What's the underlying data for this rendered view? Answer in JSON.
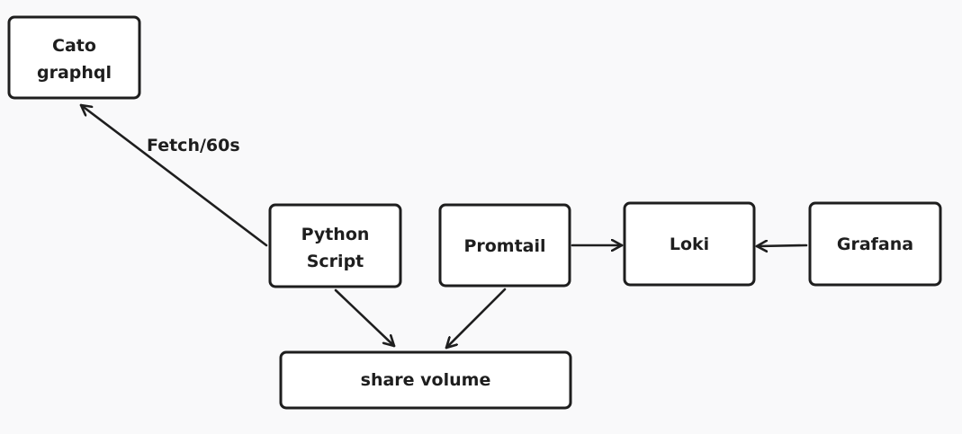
{
  "diagram": {
    "nodes": [
      {
        "id": "cato-graphql",
        "lines": [
          "Cato",
          "graphql"
        ]
      },
      {
        "id": "python-script",
        "lines": [
          "Python",
          "Script"
        ]
      },
      {
        "id": "promtail",
        "lines": [
          "Promtail"
        ]
      },
      {
        "id": "loki",
        "lines": [
          "Loki"
        ]
      },
      {
        "id": "grafana",
        "lines": [
          "Grafana"
        ]
      },
      {
        "id": "share-volume",
        "lines": [
          "share volume"
        ]
      }
    ],
    "edges": [
      {
        "id": "python-to-cato",
        "from": "python-script",
        "to": "cato-graphql",
        "label": "Fetch/60s"
      },
      {
        "id": "python-to-share",
        "from": "python-script",
        "to": "share-volume",
        "label": ""
      },
      {
        "id": "promtail-to-share",
        "from": "promtail",
        "to": "share-volume",
        "label": ""
      },
      {
        "id": "promtail-to-loki",
        "from": "promtail",
        "to": "loki",
        "label": ""
      },
      {
        "id": "grafana-to-loki",
        "from": "grafana",
        "to": "loki",
        "label": ""
      }
    ]
  }
}
